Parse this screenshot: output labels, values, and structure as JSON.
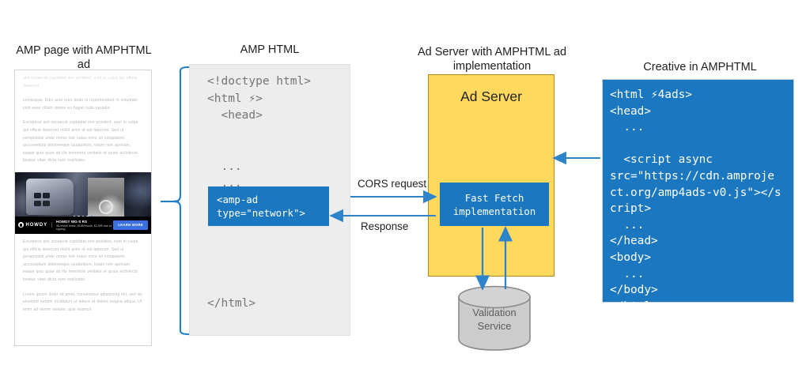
{
  "diagram": {
    "title_left": "AMP page with AMPHTML ad",
    "title_amp_html": "AMP HTML",
    "title_ad_server": "Ad Server with AMPHTML ad\nimplementation",
    "title_creative": "Creative in AMPHTML"
  },
  "amp_page_mock": {
    "paragraphs": [
      "sint occaecat cupidatat non proident, sunt in culpa qui officia deserunt",
      "consequat. Duis aute irure dolor in reprehenderit in voluptate velit esse cillum dolore eu fugiat nulla pariatur.",
      "Excepteur sint occaecat cupidatat non proident, sunt in culpa qui officia deserunt mollit anim id est laborum. Sed ut perspiciatis unde omnis iste natus error sit voluptatem accusantium doloremque laudantium, totam rem aperiam, eaque ipsa quae ab illo inventore veritatis et quasi architecto beatae vitae dicta sunt explicabo.",
      "Excepteur sint occaecat cupidatat non proident, sunt in culpa qui officia deserunt mollit anim id est laborum. Sed ut perspiciatis unde omnis iste natus error sit voluptatem accusantium doloremque laudantium, totam rem aperiam, eaque ipsa quae ab illo inventore veritatis et quasi architecto beatae vitae dicta sunt explicabo.",
      "Lorem ipsum dolor sit amet, consectetur adipisicing elit, sed do eiusmod tempor incididunt ut labore et dolore magna aliqua. Ut enim ad minim veniam, quis nostrud"
    ],
    "ad_creative": {
      "brand": "HOWDY",
      "headline": "HOWDY WG-S RS",
      "subline": "36-month lease, $189/month, $2,999 due at signing.",
      "cta_label": "LEARN MORE",
      "carousel_dots": 5,
      "carousel_active_index": 4
    }
  },
  "amp_html_panel": {
    "code": "<!doctype html>\n<html ⚡>\n  <head>\n\n\n  ...\n  ...",
    "amp_ad_snippet": "<amp-ad\ntype=\"network\">",
    "closing_tag": "</html>"
  },
  "ad_server": {
    "label": "Ad Server",
    "fast_fetch_label": "Fast Fetch\nimplementation"
  },
  "validation_service": {
    "label": "Validation\nService"
  },
  "creative": {
    "code": "<html ⚡4ads>\n<head>\n  ...\n\n  <script async\nsrc=\"https://cdn.amproje\nct.org/amp4ads-v0.js\"></s\ncript>\n  ...\n</head>\n<body>\n  ...\n</body>\n</html>"
  },
  "edges": {
    "cors_request": "CORS request",
    "response": "Response"
  },
  "colors": {
    "blue": "#1b78c0",
    "arrow_blue": "#2e84cb",
    "yellow": "#ffd95e",
    "yellow_border": "#b08a1e",
    "panel_grey": "#ededed",
    "cylinder_grey": "#cccccc",
    "text": "#212121"
  }
}
